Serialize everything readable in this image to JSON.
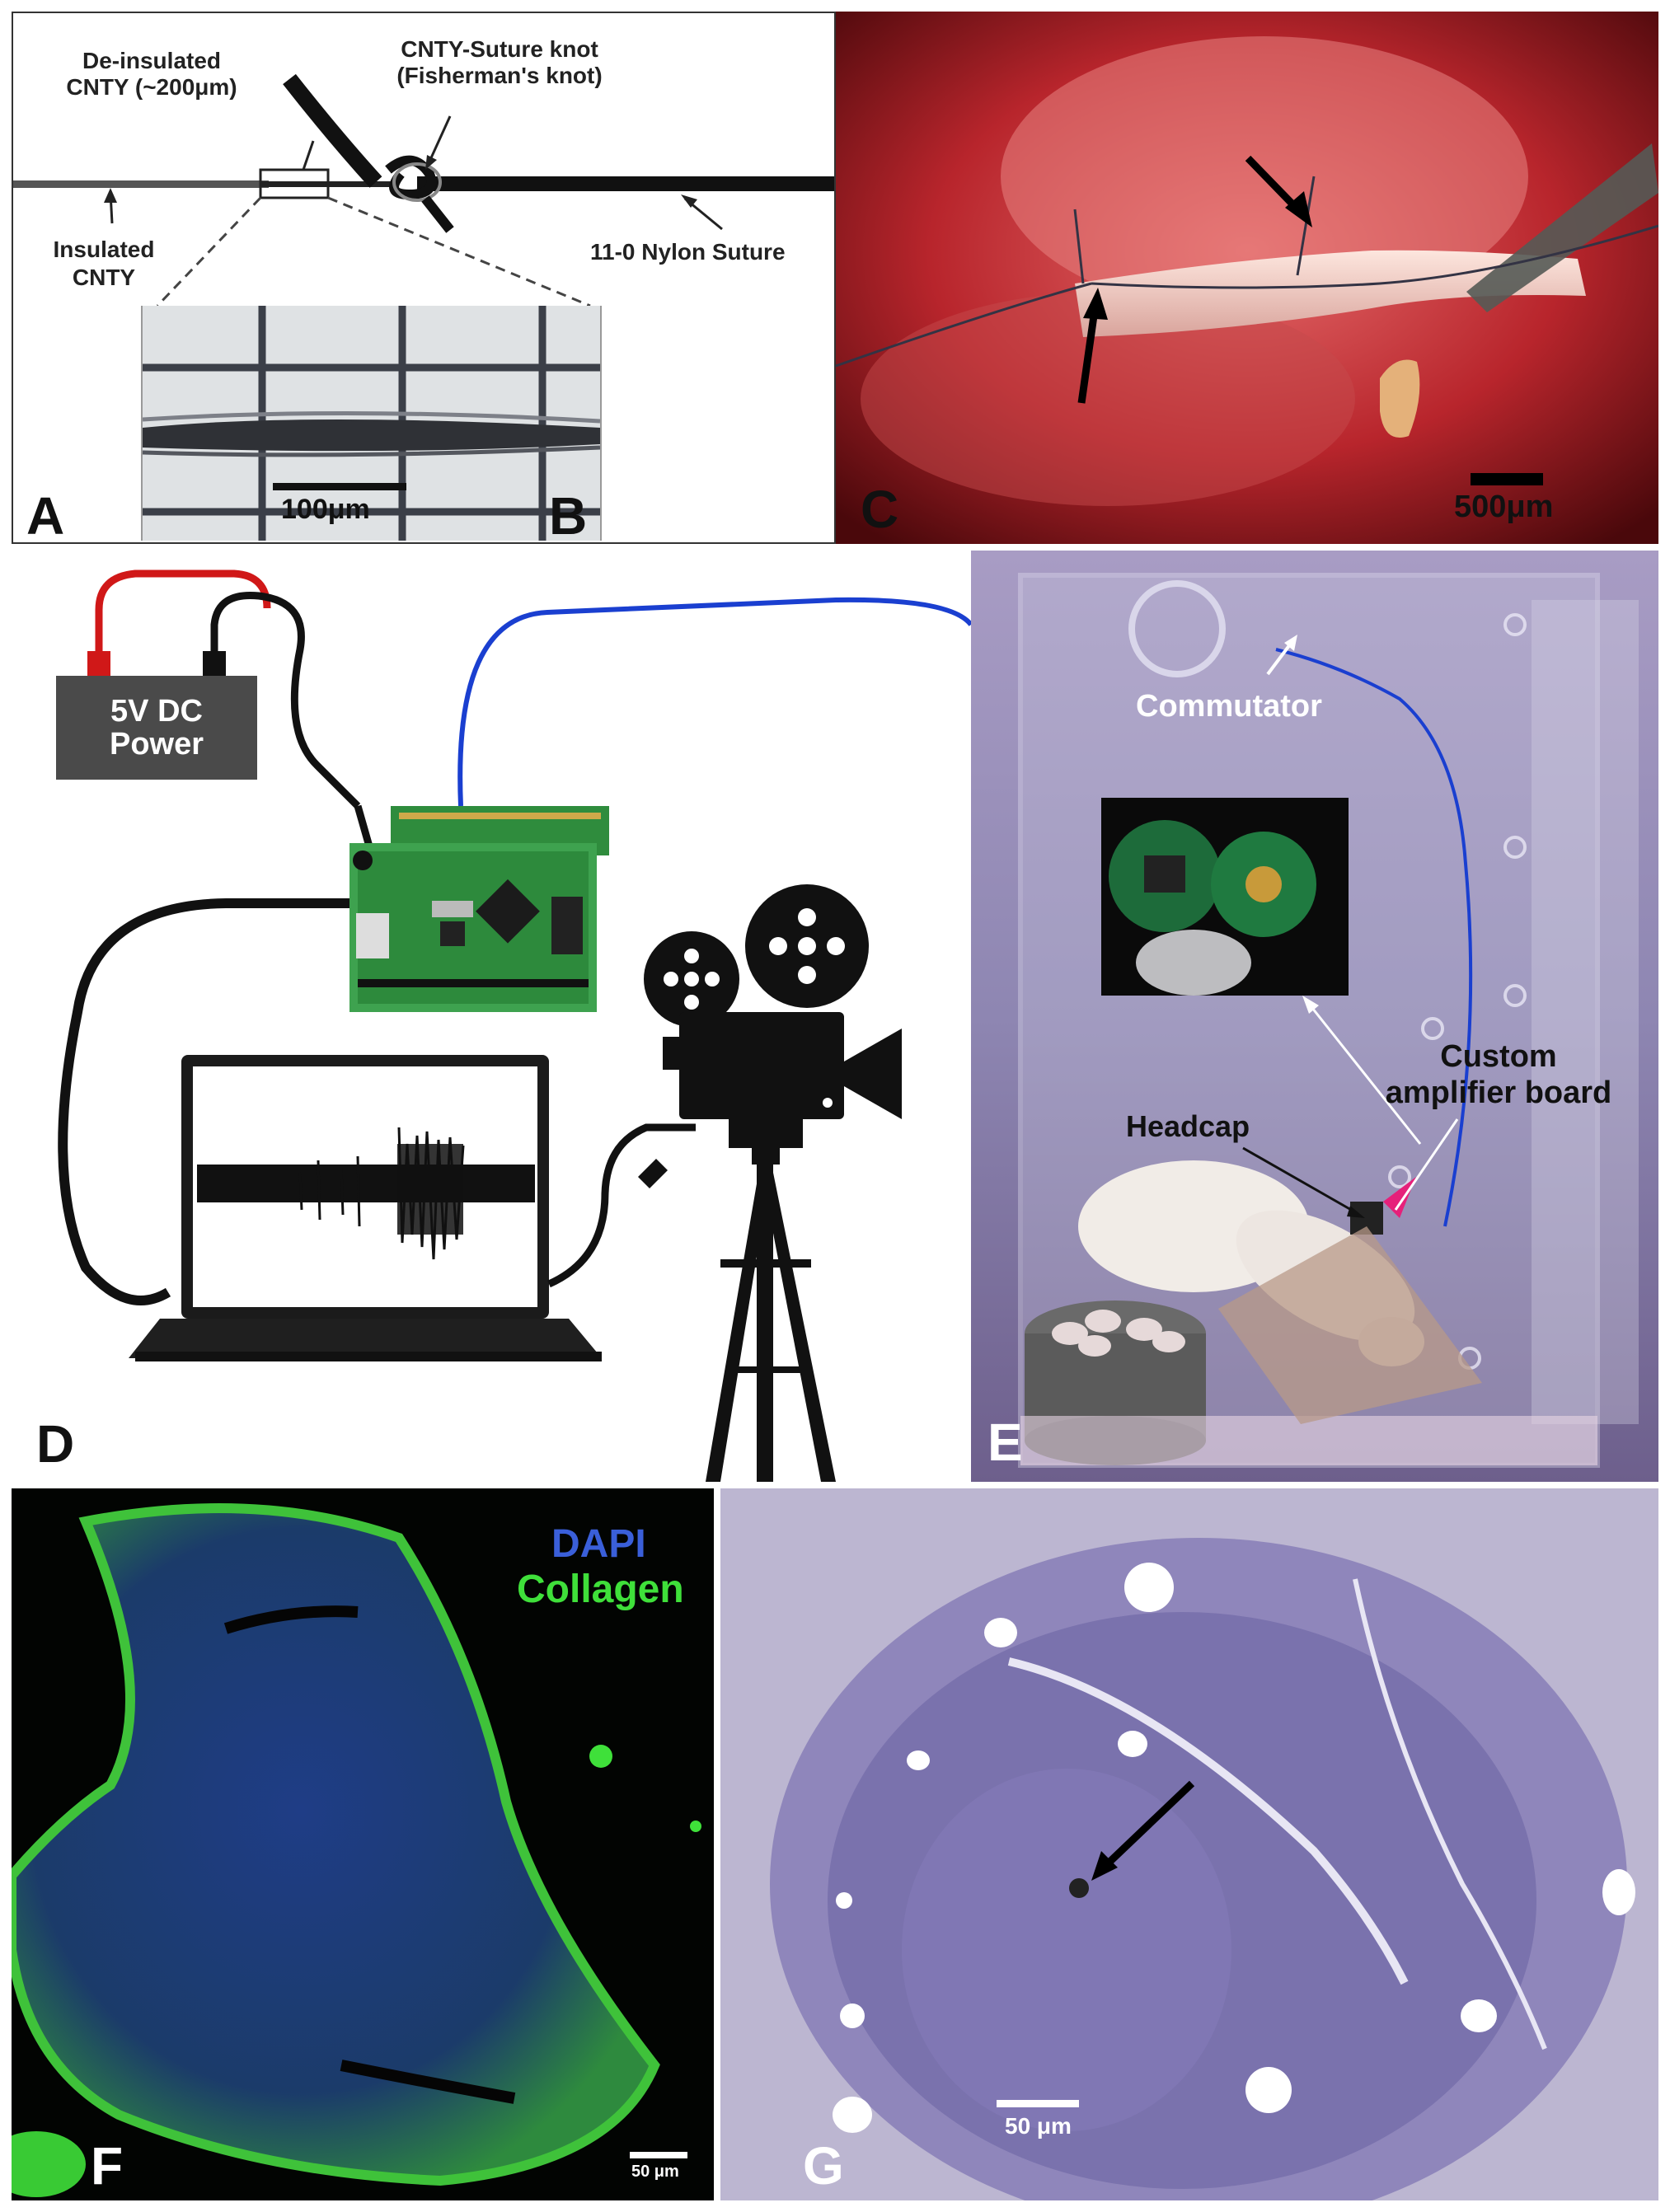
{
  "panel_labels": {
    "a": "A",
    "b": "B",
    "c": "C",
    "d": "D",
    "e": "E",
    "f": "F",
    "g": "G"
  },
  "panel_a": {
    "de_insulated_line1": "De-insulated",
    "de_insulated_line2": "CNTY (~200μm)",
    "knot_line1": "CNTY-Suture knot",
    "knot_line2": "(Fisherman's knot)",
    "insulated_line1": "Insulated",
    "insulated_line2": "CNTY",
    "suture": "11-0 Nylon Suture"
  },
  "panel_b": {
    "scale": "100μm"
  },
  "panel_c": {
    "scale": "500μm"
  },
  "panel_d": {
    "power_line1": "5V DC",
    "power_line2": "Power"
  },
  "panel_e": {
    "commutator": "Commutator",
    "amp_line1": "Custom",
    "amp_line2": "amplifier board",
    "headcap": "Headcap"
  },
  "panel_f": {
    "stain1": "DAPI",
    "stain2": "Collagen",
    "scale": "50 μm",
    "colors": {
      "dapi": "#3a5fd9",
      "collagen": "#3fe03a"
    }
  },
  "panel_g": {
    "scale": "50 μm"
  }
}
